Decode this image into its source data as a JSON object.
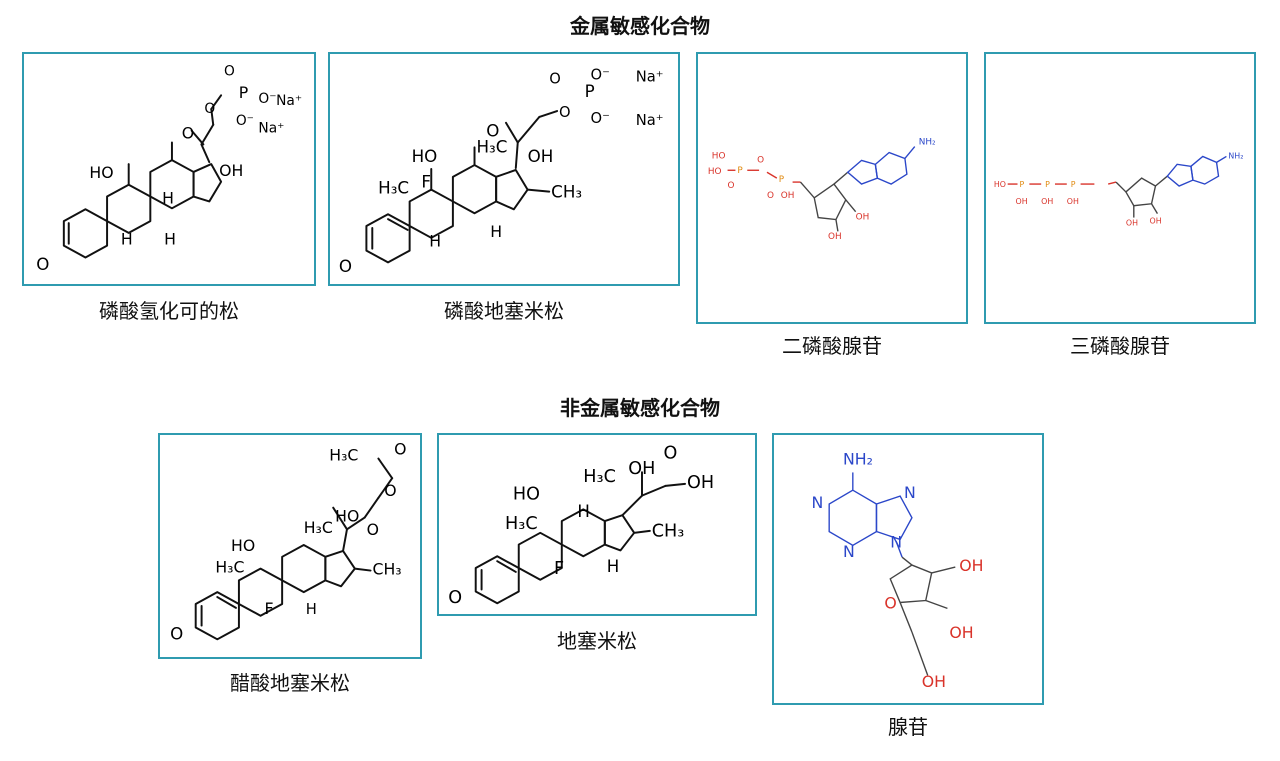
{
  "metal_group": {
    "title": "金属敏感化合物",
    "items": [
      {
        "name": "磷酸氢化可的松"
      },
      {
        "name": "磷酸地塞米松"
      },
      {
        "name": "二磷酸腺苷"
      },
      {
        "name": "三磷酸腺苷"
      }
    ]
  },
  "nonmetal_group": {
    "title": "非金属敏感化合物",
    "items": [
      {
        "name": "醋酸地塞米松"
      },
      {
        "name": "地塞米松"
      },
      {
        "name": "腺苷"
      }
    ]
  },
  "colors": {
    "card_border": "#2f9bb0",
    "oxygen": "#d9332a",
    "nitrogen": "#2b47c9",
    "phosphorus": "#e08a10"
  }
}
